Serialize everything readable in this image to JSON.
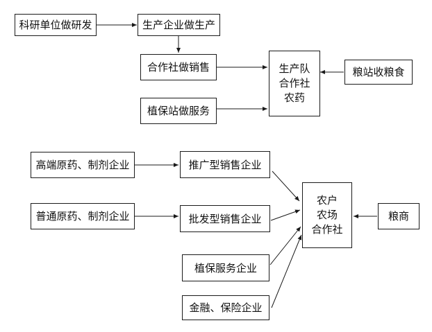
{
  "diagram": {
    "top_section": {
      "research": "科研单位做研发",
      "production": "生产企业做生产",
      "coop_sales": "合作社做销售",
      "plant_protection": "植保站做服务",
      "production_team": "生产队\n合作社\n农药",
      "grain_station": "粮站收粮食"
    },
    "bottom_section": {
      "high_end_pharma": "高端原药、制剂企业",
      "common_pharma": "普通原药、制剂企业",
      "promo_sales": "推广型销售企业",
      "wholesale_sales": "批发型销售企业",
      "plant_service": "植保服务企业",
      "finance_insurance": "金融、保险企业",
      "farm_coop": "农户\n农场\n合作社",
      "grain_merchant": "粮商"
    }
  }
}
